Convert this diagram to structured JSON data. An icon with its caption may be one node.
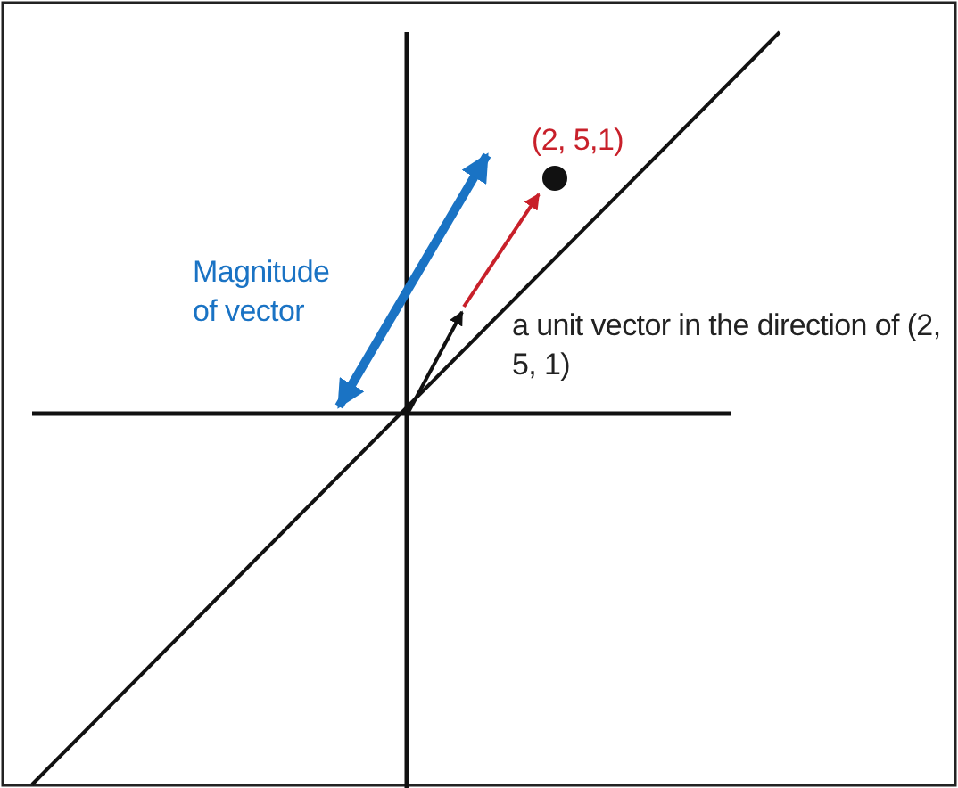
{
  "diagram": {
    "labels": [
      "(2, 5,1)",
      "Magnitude of vector",
      "a unit vector in the direction of (2, 5, 1)"
    ]
  }
}
